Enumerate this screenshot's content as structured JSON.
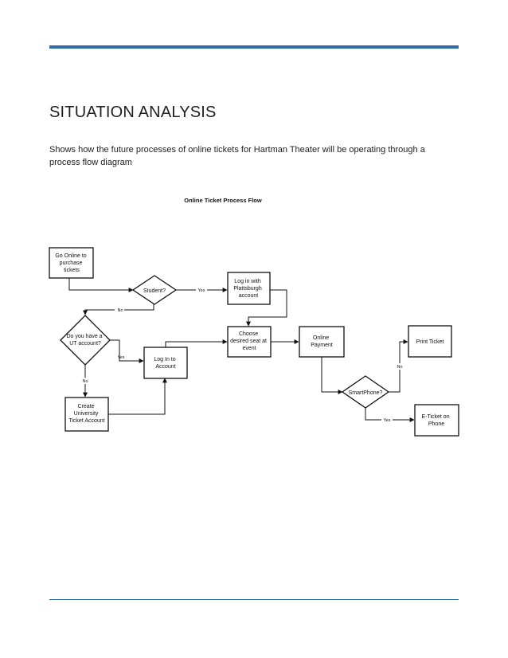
{
  "page": {
    "heading": "SITUATION ANALYSIS",
    "intro": "Shows how the future processes of online tickets for Hartman Theater will be operating through a process flow diagram"
  },
  "diagram": {
    "title": "Online Ticket Process Flow",
    "nodes": {
      "go_online": [
        "Go Online to",
        "purchase",
        "tickets"
      ],
      "student": [
        "Student?"
      ],
      "login_plattsburgh": [
        "Log in with",
        "Plattsburgh",
        "account"
      ],
      "ut_account": [
        "Do you have a",
        "UT account?"
      ],
      "choose_seat": [
        "Choose",
        "desired seat at",
        "event"
      ],
      "online_payment": [
        "Online",
        "Payment"
      ],
      "print_ticket": [
        "Print Ticket"
      ],
      "log_in_account": [
        "Log In to",
        "Account"
      ],
      "smartphone": [
        "SmartPhone?"
      ],
      "create_account": [
        "Create",
        "University",
        "Ticket Account"
      ],
      "eticket": [
        "E-Ticket on",
        "Phone"
      ]
    },
    "edge_labels": {
      "student_yes": "Yes",
      "student_no": "No",
      "ut_yes": "Yes",
      "ut_no": "No",
      "smartphone_no": "No",
      "smartphone_yes": "Yes"
    }
  }
}
